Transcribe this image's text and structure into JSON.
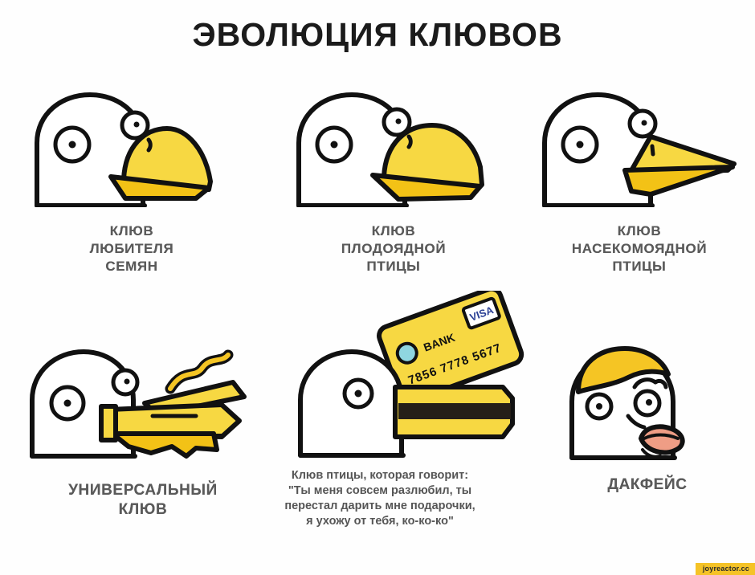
{
  "poster": {
    "title": "ЭВОЛЮЦИЯ КЛЮВОВ",
    "background_color": "#fefefe",
    "ink_color": "#111111",
    "beak_yellow": "#f7d842",
    "beak_yellow_dark": "#f5c117",
    "hair_yellow": "#f5c524",
    "lips_color": "#ef9d85",
    "caption_color": "#5a5a5a"
  },
  "panels": [
    {
      "id": "seed-eater",
      "caption_lines": [
        "КЛЮВ",
        "ЛЮБИТЕЛЯ",
        "СЕМЯН"
      ],
      "art_name": "bird-head-seed-eater"
    },
    {
      "id": "fruit-eater",
      "caption_lines": [
        "КЛЮВ",
        "ПЛОДОЯДНОЙ",
        "ПТИЦЫ"
      ],
      "art_name": "bird-head-fruit-eater"
    },
    {
      "id": "insect-eater",
      "caption_lines": [
        "КЛЮВ",
        "НАСЕКОМОЯДНОЙ",
        "ПТИЦЫ"
      ],
      "art_name": "bird-head-insect-eater"
    },
    {
      "id": "universal",
      "caption_lines": [
        "УНИВЕРСАЛЬНЫЙ",
        "КЛЮВ"
      ],
      "art_name": "bird-head-universal-multitool"
    },
    {
      "id": "card-reader",
      "caption_lines": [],
      "art_name": "bird-head-card-reader"
    },
    {
      "id": "duckface",
      "caption_lines": [
        "ДАКФЕЙС"
      ],
      "art_name": "bird-head-duckface"
    }
  ],
  "credit_card": {
    "bank_label": "BANK",
    "network_label": "VISA",
    "number": "7856 7778 5677"
  },
  "note": {
    "lines": [
      "Клюв птицы, которая говорит:",
      "\"Ты меня совсем разлюбил, ты",
      "перестал дарить мне подарочки,",
      "я ухожу от тебя, ко-ко-ко\""
    ]
  },
  "watermark": {
    "text": "joyreactor.cc",
    "background_color": "#f5c327"
  }
}
